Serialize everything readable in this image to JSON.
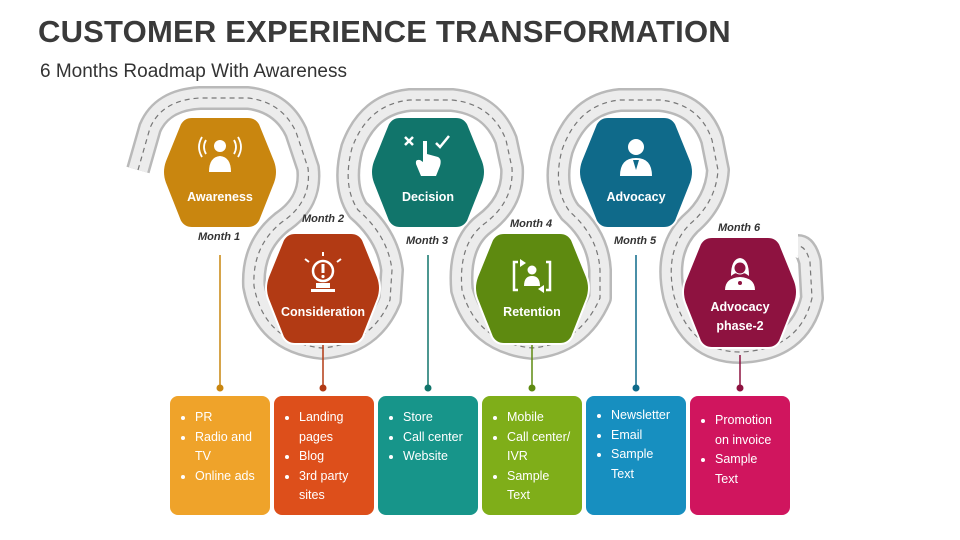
{
  "title": "CUSTOMER EXPERIENCE TRANSFORMATION",
  "subtitle": "6 Months Roadmap With Awareness",
  "steps": [
    {
      "label": "Awareness",
      "month": "Month 1",
      "color": "#C9860F",
      "box_color": "#EFA32A",
      "icon": "speaker-person-icon",
      "items": [
        "PR",
        "Radio and TV",
        "Online ads"
      ]
    },
    {
      "label": "Consideration",
      "month": "Month 2",
      "color": "#B23A14",
      "box_color": "#DD4F1B",
      "icon": "idea-bulb-icon",
      "items": [
        "Landing pages",
        "Blog",
        "3rd party sites"
      ]
    },
    {
      "label": "Decision",
      "month": "Month 3",
      "color": "#11756B",
      "box_color": "#17958A",
      "icon": "choice-hand-icon",
      "items": [
        "Store",
        "Call center",
        "Website"
      ]
    },
    {
      "label": "Retention",
      "month": "Month 4",
      "color": "#5E8A10",
      "box_color": "#7FAE19",
      "icon": "cycle-person-icon",
      "items": [
        "Mobile",
        "Call center/ IVR",
        "Sample Text"
      ]
    },
    {
      "label": "Advocacy",
      "month": "Month 5",
      "color": "#0F6A8A",
      "box_color": "#178FC0",
      "icon": "advocate-person-icon",
      "items": [
        "Newsletter",
        "Email",
        "Sample Text"
      ]
    },
    {
      "label": "Advocacy phase-2",
      "month": "Month 6",
      "color": "#8E1240",
      "box_color": "#D0155E",
      "icon": "woman-person-icon",
      "items": [
        "Promotion on invoice",
        "Sample Text"
      ]
    }
  ]
}
